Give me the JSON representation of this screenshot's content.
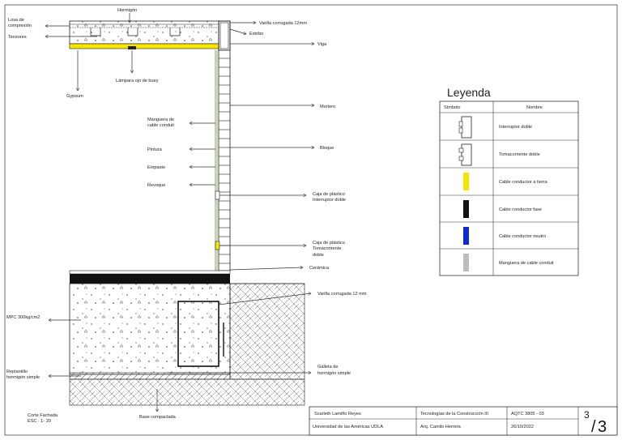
{
  "labels": {
    "hormigon": "Hormigón",
    "losa": [
      "Losa de",
      "compresión"
    ],
    "tensores": "Tensores",
    "varilla_top": "Varilla corrugada 12mm",
    "estribo": "Estribo",
    "viga": "Viga",
    "lampara": "Lámpara ojo de buey",
    "gypsum": "Gypsum",
    "mortero": "Mortero",
    "manguera": [
      "Manguera de",
      "cable conduit"
    ],
    "bloque": "Bloque",
    "pintura": "Pintura",
    "empaste": "Empaste",
    "revoque": "Revoque",
    "caja_int": [
      "Caja de plástico",
      "Interruptor doble"
    ],
    "caja_toma": [
      "Caja de plástico",
      "Tomacorriente",
      "doble"
    ],
    "ceramica": "Cerámica",
    "varilla_bot": "Varilla corrugada 12 mm",
    "mpc": "MPC 300kg/cm2",
    "galleta": [
      "Galleta  de",
      "hormigón simple"
    ],
    "replantillo": [
      "Replantillo",
      "hormigón simple"
    ],
    "base": "Base compactada",
    "corte": "Corte Fachada",
    "escala": "ESC : 1- 20"
  },
  "legend": {
    "title": "Leyenda",
    "col_symbol": "Símbolo",
    "col_name": "Nombre",
    "rows": [
      {
        "name": "Interruptor doble",
        "icon": "switch-double-icon",
        "color": ""
      },
      {
        "name": "Tomacorriente doble",
        "icon": "outlet-double-icon",
        "color": ""
      },
      {
        "name": "Cable conductor a tierra",
        "icon": "color-swatch",
        "color": "#f5e600"
      },
      {
        "name": "Cable conductor fase",
        "icon": "color-swatch",
        "color": "#111111"
      },
      {
        "name": "Cable conductor neutro",
        "icon": "color-swatch",
        "color": "#0a2bd6"
      },
      {
        "name": "Manguera de cable conduit",
        "icon": "color-swatch",
        "color": "#bdbdbd"
      }
    ]
  },
  "title_block": {
    "author": "Scarleth Lamiño Reyes",
    "course": "Tecnologías de la Construcción III",
    "code": "AQTC 3805 - 03",
    "university": "Universidad de las Américas  UDLA",
    "professor": "Arq. Camilo Herrera",
    "date": "26/10/2022",
    "sheet_num": "3",
    "sheet_total": "3"
  }
}
